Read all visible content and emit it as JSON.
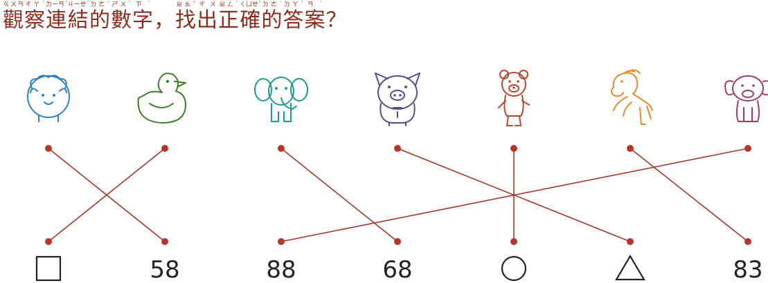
{
  "title": {
    "segments": [
      {
        "text": "觀",
        "ruby": "ㄍㄨㄢ"
      },
      {
        "text": "察",
        "ruby": "ㄔㄚˊ"
      },
      {
        "text": "連",
        "ruby": "ㄌㄧㄢˊ"
      },
      {
        "text": "結",
        "ruby": "ㄐㄧㄝˊ"
      },
      {
        "text": "的",
        "ruby": "ㄉㄜ˙"
      },
      {
        "text": "數",
        "ruby": "ㄕㄨˋ"
      },
      {
        "text": "字",
        "ruby": "ㄗˋ"
      },
      {
        "text": "，",
        "ruby": ""
      },
      {
        "text": "找",
        "ruby": "ㄓㄠˇ"
      },
      {
        "text": "出",
        "ruby": "ㄔㄨ"
      },
      {
        "text": "正",
        "ruby": "ㄓㄥˋ"
      },
      {
        "text": "確",
        "ruby": "ㄑㄩㄝˋ"
      },
      {
        "text": "的",
        "ruby": "ㄉㄜ˙"
      },
      {
        "text": "答",
        "ruby": "ㄉㄚˊ"
      },
      {
        "text": "案",
        "ruby": "ㄢˋ"
      },
      {
        "text": "？",
        "ruby": ""
      }
    ]
  },
  "animals": [
    {
      "name": "sheep",
      "color": "#2f7fc1"
    },
    {
      "name": "duck",
      "color": "#3f7d2a"
    },
    {
      "name": "elephant",
      "color": "#1f9a8a"
    },
    {
      "name": "pig",
      "color": "#5b4a8c"
    },
    {
      "name": "bear",
      "color": "#b5482d"
    },
    {
      "name": "horse",
      "color": "#e68a2e"
    },
    {
      "name": "dog",
      "color": "#9a3d6b"
    }
  ],
  "bottom_labels": [
    {
      "type": "square",
      "text": ""
    },
    {
      "type": "number",
      "text": "58"
    },
    {
      "type": "number",
      "text": "88"
    },
    {
      "type": "number",
      "text": "68"
    },
    {
      "type": "circle",
      "text": ""
    },
    {
      "type": "triangle",
      "text": ""
    },
    {
      "type": "number",
      "text": "83"
    }
  ],
  "connections": [
    {
      "from": 0,
      "to": 1
    },
    {
      "from": 1,
      "to": 0
    },
    {
      "from": 2,
      "to": 3
    },
    {
      "from": 3,
      "to": 5
    },
    {
      "from": 4,
      "to": 4
    },
    {
      "from": 5,
      "to": 6
    },
    {
      "from": 6,
      "to": 2
    }
  ],
  "colors": {
    "line": "#a0392a",
    "dot": "#b8352a",
    "title": "#8e2b1c"
  }
}
